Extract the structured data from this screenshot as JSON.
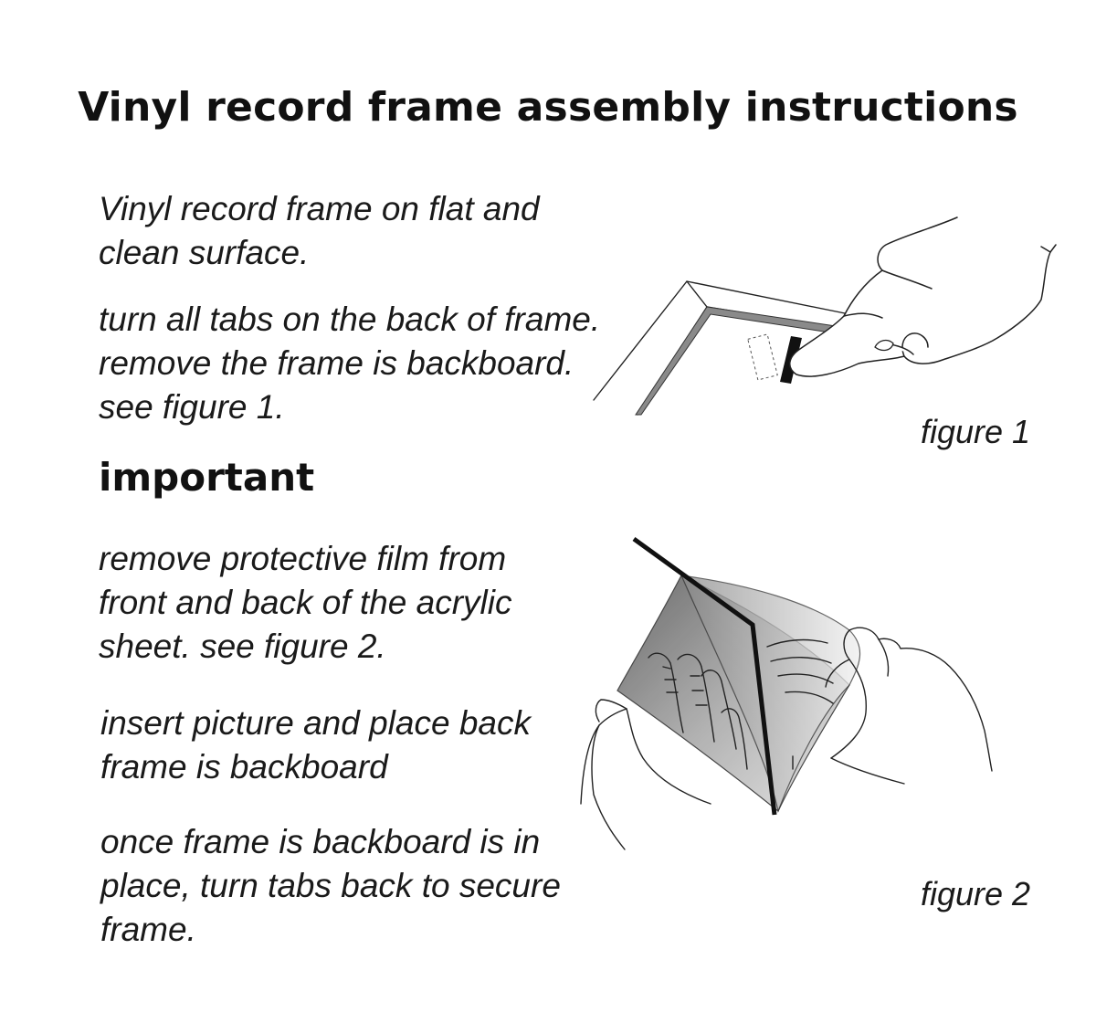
{
  "title": "Vinyl record frame assembly instructions",
  "steps": {
    "step1": "Vinyl record frame on flat and\nclean surface.",
    "step2": "turn all tabs on the back of frame.\nremove the  frame is backboard.\nsee figure 1.",
    "important_heading": "important",
    "step3": "remove protective film from\nfront and back of the acrylic\nsheet. see figure 2.",
    "step4": "insert picture and place back\nframe is backboard",
    "step5": "once frame is backboard is in\nplace, turn tabs back to secure\nframe."
  },
  "figures": {
    "figure1": {
      "caption": "figure 1",
      "icon": "hand-turning-frame-tab-illustration"
    },
    "figure2": {
      "caption": "figure 2",
      "icon": "hands-peeling-protective-film-illustration"
    }
  }
}
